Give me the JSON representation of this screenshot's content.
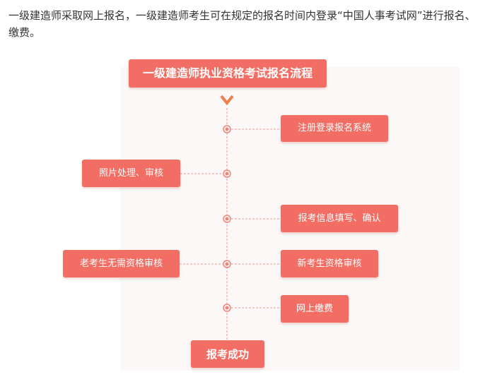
{
  "intro_text": "一级建造师采取网上报名，一级建造师考生可在规定的报名时间内登录“中国人事考试网”进行报名、缴费。",
  "diagram": {
    "title": "一级建造师执业资格考试报名流程",
    "steps": {
      "register": "注册登录报名系统",
      "photo": "照片处理、审核",
      "fill_info": "报考信息填写、确认",
      "old_candidate": "老考生无需资格审核",
      "new_candidate": "新考生资格审核",
      "pay": "网上缴费",
      "success": "报考成功"
    },
    "colors": {
      "box": "#f26d63",
      "line": "#ef9a93",
      "node": "#f2837a",
      "chevron": "#f27d4e",
      "text": "#333333"
    }
  }
}
